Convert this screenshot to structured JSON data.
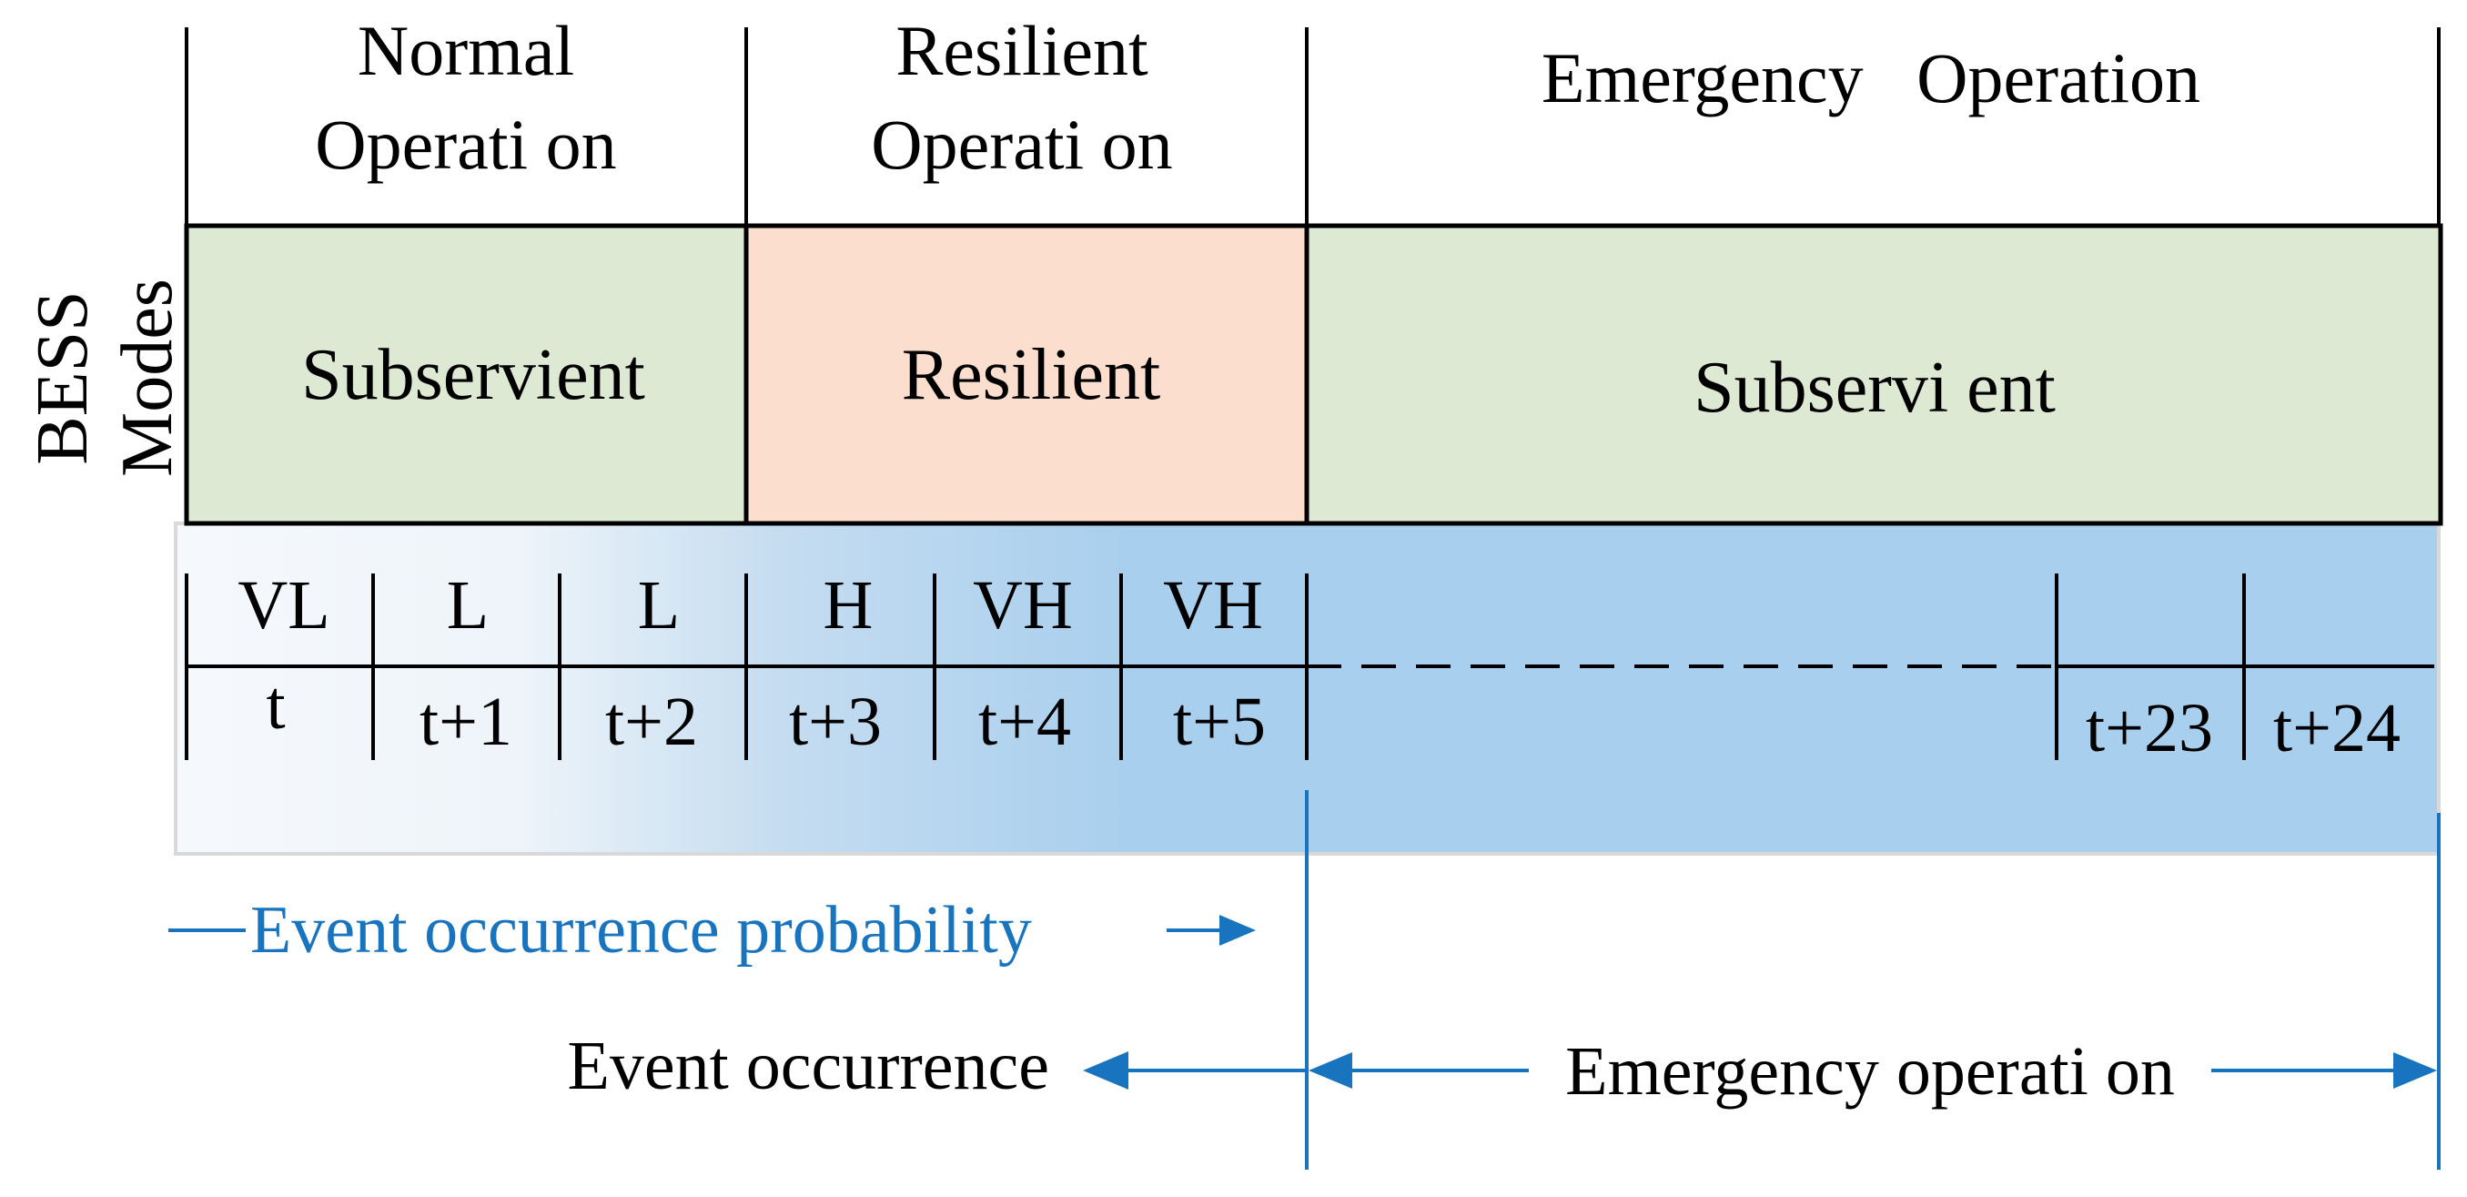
{
  "phases": {
    "normal": "Normal Operation",
    "normal_lines": [
      "Normal",
      "Operati on"
    ],
    "resilient": "Resilient Operation",
    "resilient_lines": [
      "Resilient",
      "Operati on"
    ],
    "emergency": "Emergency   Operation"
  },
  "side_label": {
    "line1": "BESS",
    "line2": "Modes"
  },
  "modes": {
    "normal": "Subservient",
    "resilient": "Resilient",
    "emergency": "Subservi ent"
  },
  "slots": [
    {
      "level": "VL",
      "time": "t"
    },
    {
      "level": "L",
      "time": "t+1"
    },
    {
      "level": "L",
      "time": "t+2"
    },
    {
      "level": "H",
      "time": "t+3"
    },
    {
      "level": "VH",
      "time": "t+4"
    },
    {
      "level": "VH",
      "time": "t+5"
    },
    {
      "level": "",
      "time": "t+23"
    },
    {
      "level": "",
      "time": "t+24"
    }
  ],
  "annotations": {
    "probability": "Event occurrence probability",
    "occurrence": "Event occurrence",
    "emergency": "Emergency operati on"
  },
  "colors": {
    "mode_green": "#dde9d3",
    "mode_red": "#fbdece",
    "timeline_blue": "#a9cfee",
    "timeline_start": "#f6f9fc",
    "arrow_blue": "#1874be",
    "line": "#000000"
  }
}
